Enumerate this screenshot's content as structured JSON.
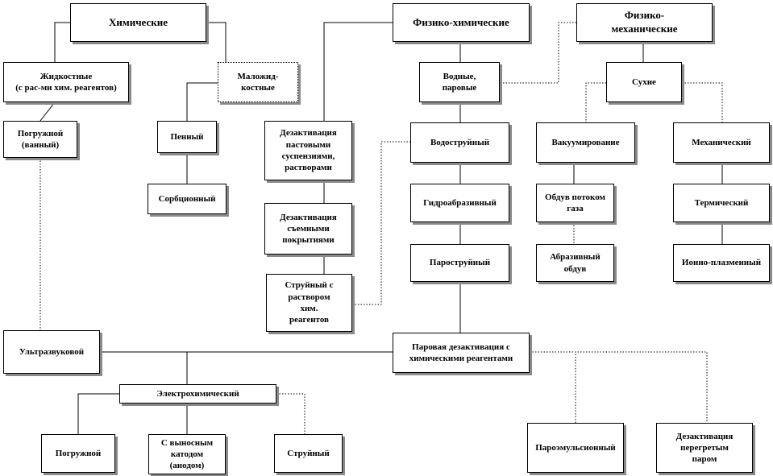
{
  "nodes": {
    "chemical": "Химические",
    "physchem": "Физико-химические",
    "physmech": "Физико-\nмеханические",
    "liquid": "Жидкостные\n(с рас-ми хим. реагентов)",
    "lowliquid": "Маложид-\nкостные",
    "water_steam": "Водные,\nпаровые",
    "dry": "Сухие",
    "immersion_bath": "Погружной\n(ванный)",
    "foam": "Пенный",
    "sorption": "Сорбционный",
    "paste_suspension": "Дезактивация\nпастовыми\nсуспензиями,\nрастворами",
    "removable_coatings": "Дезактивация\nсъемными\nпокрытиями",
    "jet_reagents": "Струйный с\nраствором\nхим.\nреагентов",
    "waterjet": "Водоструйный",
    "hydroabrasive": "Гидроабразивный",
    "steamjet": "Пароструйный",
    "vacuum": "Вакуумирование",
    "gas_blowing": "Обдув потоком\nгаза",
    "abrasive_blowing": "Абразивный\nобдув",
    "mechanical": "Механический",
    "thermal": "Термический",
    "ion_plasma": "Ионно-плазменный",
    "ultrasonic": "Ультразвуковой",
    "steam_chem": "Паровая дезактивация с\nхимическими реагентами",
    "electrochem": "Электрохимический",
    "immersion": "Погружной",
    "remote_cathode": "С выносным\nкатодом\n(анодом)",
    "jet": "Струйный",
    "steam_emulsion": "Пароэмульсионный",
    "superheated_steam": "Дезактивация\nперегретым\nпаром"
  }
}
